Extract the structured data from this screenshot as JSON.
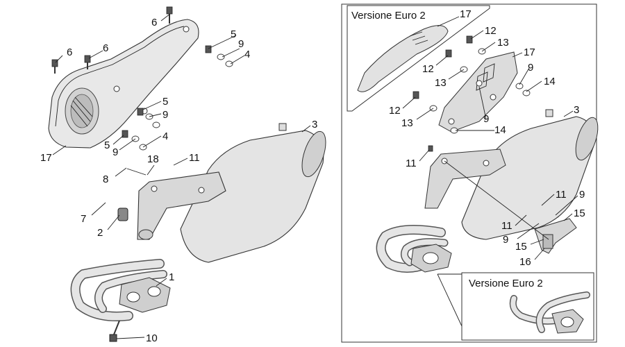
{
  "diagram": {
    "inset_top_title": "Versione Euro 2",
    "inset_bottom_title": "Versione Euro 2",
    "left_callouts": [
      "6",
      "6",
      "6",
      "5",
      "9",
      "4",
      "5",
      "9",
      "5",
      "9",
      "4",
      "17",
      "18",
      "11",
      "8",
      "3",
      "7",
      "2",
      "1",
      "10"
    ],
    "right_callouts": [
      "17",
      "12",
      "13",
      "17",
      "12",
      "13",
      "9",
      "14",
      "12",
      "13",
      "9",
      "14",
      "3",
      "11",
      "11",
      "9",
      "15",
      "11",
      "9",
      "15",
      "16"
    ]
  }
}
